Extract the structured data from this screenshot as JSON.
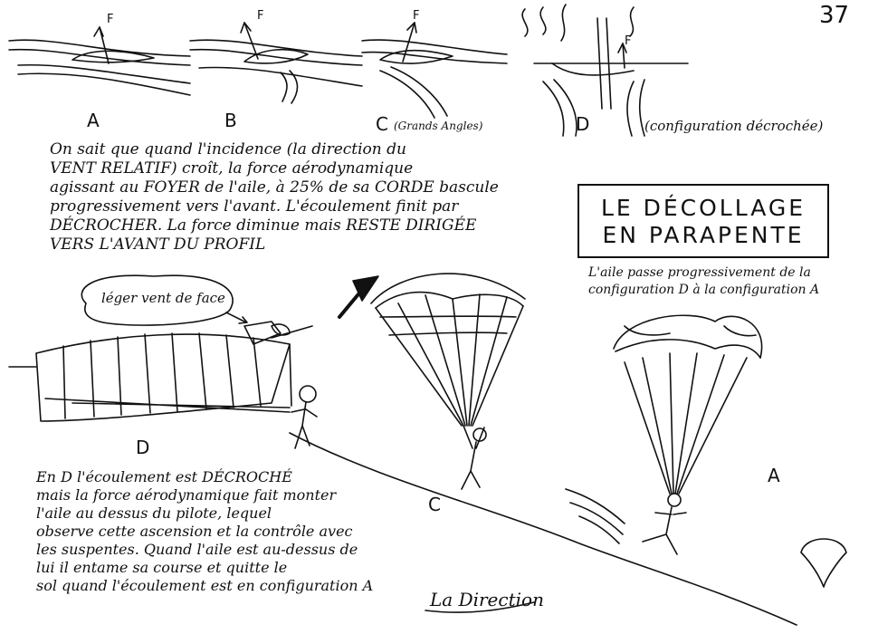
{
  "page_number": "37",
  "profiles": [
    {
      "label": "A",
      "force": "F"
    },
    {
      "label": "B",
      "force": "F"
    },
    {
      "label": "C",
      "note": "(Grands Angles)",
      "force": "F"
    },
    {
      "label": "D",
      "note": "(configuration décrochée)",
      "force": "F"
    }
  ],
  "intro_text": {
    "lines": [
      "On sait que quand l'incidence (la direction du",
      "VENT RELATIF) croît, la force aérodynamique",
      "agissant au FOYER de l'aile, à 25% de sa CORDE bascule",
      "progressivement vers l'avant. L'écoulement finit par",
      "DÉCROCHER. La force diminue mais RESTE DIRIGÉE",
      "VERS L'AVANT DU PROFIL"
    ]
  },
  "title": {
    "line1": "LE DÉCOLLAGE",
    "line2": "EN PARAPENTE"
  },
  "caption_right": {
    "line1": "L'aile passe progressivement de la",
    "line2": "configuration D à la configuration A"
  },
  "wind_bubble": "léger vent de face",
  "scene_labels": {
    "d": "D",
    "c": "C",
    "a": "A"
  },
  "bottom_text": {
    "lines": [
      "En D l'écoulement est DÉCROCHÉ",
      "mais la force aérodynamique fait monter",
      "l'aile au dessus du pilote, lequel",
      "observe cette ascension et la contrôle avec",
      "les suspentes. Quand l'aile est au-dessus de",
      "lui il entame sa course et quitte le",
      "sol quand l'écoulement est en configuration A"
    ]
  },
  "signature": "La Direction"
}
